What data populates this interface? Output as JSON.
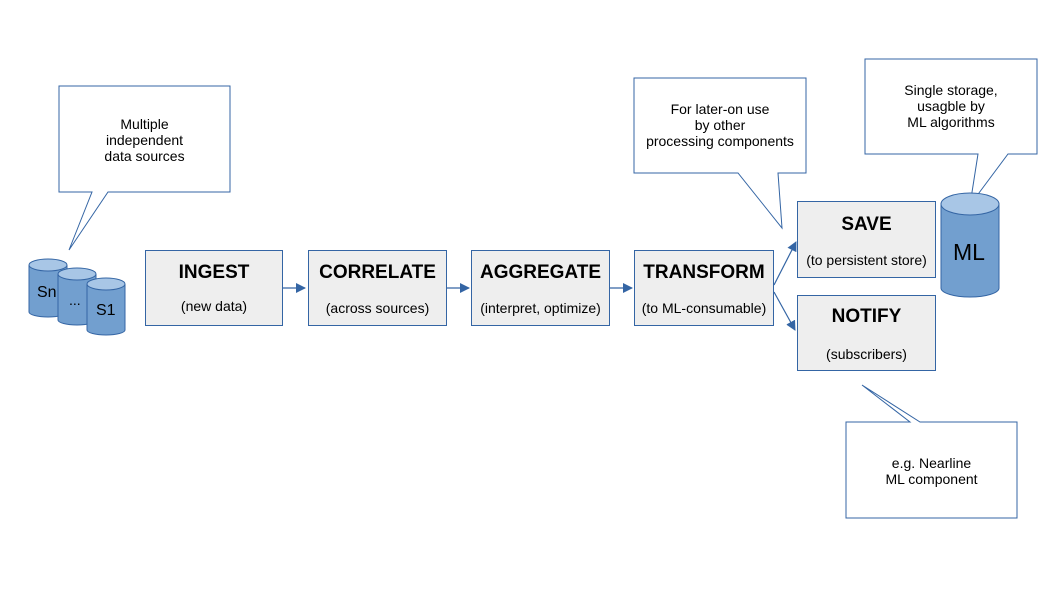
{
  "sources": {
    "labels": [
      "Sn",
      "...",
      "S1"
    ],
    "callout_lines": [
      "Multiple",
      "independent",
      "data sources"
    ]
  },
  "stages": [
    {
      "title": "INGEST",
      "subtitle": "(new data)"
    },
    {
      "title": "CORRELATE",
      "subtitle": "(across sources)"
    },
    {
      "title": "AGGREGATE",
      "subtitle": "(interpret, optimize)"
    },
    {
      "title": "TRANSFORM",
      "subtitle": "(to ML-consumable)"
    },
    {
      "title": "SAVE",
      "subtitle": "(to persistent store)"
    },
    {
      "title": "NOTIFY",
      "subtitle": "(subscribers)"
    }
  ],
  "ml_store": {
    "label": "ML",
    "callout_lines": [
      "Single storage,",
      "usagble by",
      "ML algorithms"
    ]
  },
  "transform_callout": [
    "For later-on use",
    "by other",
    "processing components"
  ],
  "notify_callout": [
    "e.g. Nearline",
    "ML component"
  ],
  "colors": {
    "box_fill": "#eeeeee",
    "stroke": "#3465a4",
    "cylinder_fill": "#729fcf",
    "cylinder_top": "#a8c6e6"
  }
}
